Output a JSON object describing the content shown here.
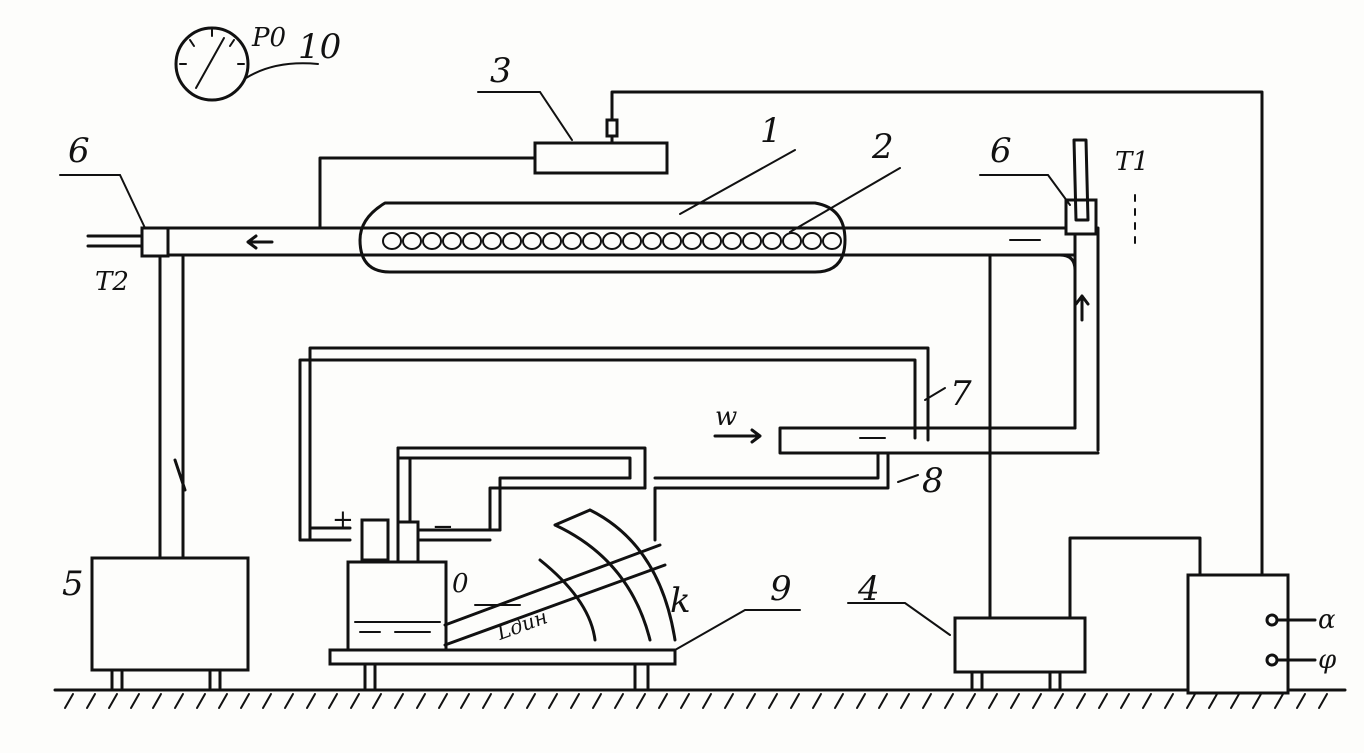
{
  "labels": {
    "n1": "1",
    "n2": "2",
    "n3": "3",
    "n4": "4",
    "n5": "5",
    "n6_left": "6",
    "n6_right": "6",
    "n7": "7",
    "n8": "8",
    "n9": "9",
    "n10": "10",
    "k": "k",
    "p0": "P0",
    "t1": "T1",
    "t2": "T2",
    "w": "w",
    "plus": "+",
    "minus": "−",
    "zero": "0",
    "ldin": "Lдин",
    "alpha": "α",
    "phi": "φ"
  }
}
